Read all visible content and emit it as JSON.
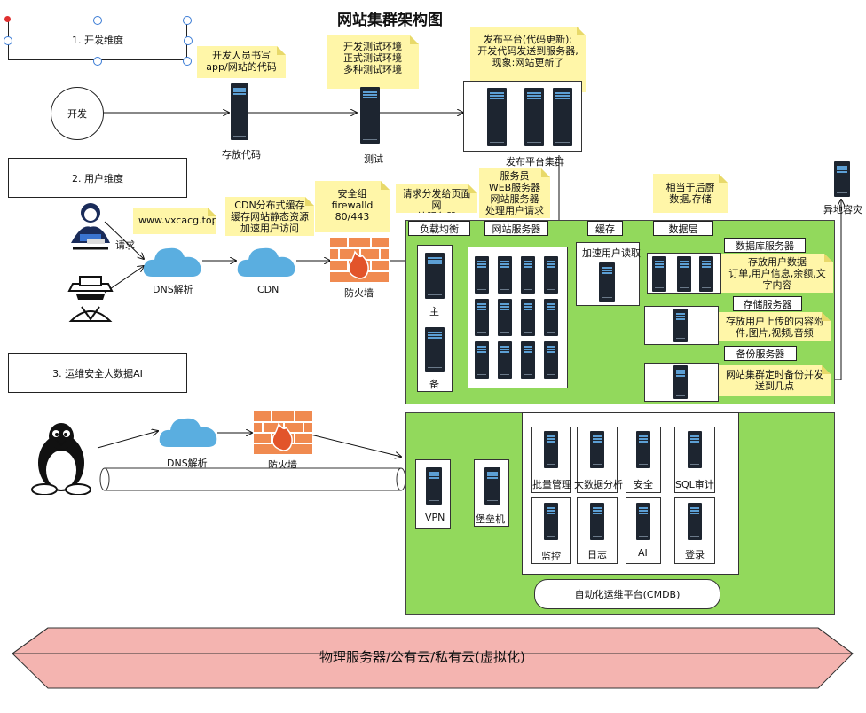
{
  "title": "网站集群架构图",
  "dimensions": {
    "dev": "1. 开发维度",
    "user": "2. 用户维度",
    "ops": "3. 运维安全大数据AI"
  },
  "dev_row": {
    "dev_circle": "开发",
    "note_code": "开发人员书写\napp/网站的代码",
    "store_code": "存放代码",
    "note_test": "开发测试环境\n正式测试环境\n多种测试环境",
    "test": "测试",
    "note_release": "发布平台(代码更新):\n开发代码发送到服务器,\n现象:网站更新了",
    "release_cluster": "发布平台集群"
  },
  "user_row": {
    "request": "请求",
    "note_domain": "www.vxcacg.top",
    "dns": "DNS解析",
    "note_cdn": "CDN分布式缓存\n缓存网站静态资源\n加速用户访问",
    "cdn": "CDN",
    "note_fw": "安全组\nfirewalld\n80/443",
    "firewall": "防火墙",
    "note_dispatch": "请求分发给页面网\n站服务器",
    "note_web": "服务员\nWEB服务器\n网站服务器\n处理用户请求",
    "note_kitchen": "相当于后厨\n数据,存储",
    "offsite": "异地容灾"
  },
  "cluster": {
    "lb": "负载均衡",
    "lb_main": "主",
    "lb_backup": "备",
    "web": "网站服务器",
    "cache": "缓存",
    "cache_note": "加速用户读取",
    "data_layer": "数据层",
    "db": "数据库服务器",
    "db_note": "存放用户数据\n订单,用户信息,余额,文\n字内容",
    "storage": "存储服务器",
    "storage_note": "存放用户上传的内容附\n件,图片,视频,音频",
    "backup": "备份服务器",
    "backup_note": "网站集群定时备份并发\n送到几点"
  },
  "ops": {
    "dns": "DNS解析",
    "firewall": "防火墙",
    "vpn": "VPN",
    "bastion": "堡垒机",
    "tools": [
      "批量管理",
      "大数据分析",
      "安全",
      "SQL审计",
      "监控",
      "日志",
      "AI",
      "登录"
    ],
    "cmdb": "自动化运维平台(CMDB)"
  },
  "infra": "物理服务器/公有云/私有云(虚拟化)",
  "colors": {
    "green": "#92d95c",
    "note": "#fff6a8",
    "infra": "#f4b4b0",
    "cloud": "#5aaee0",
    "firewall": "#f08a50"
  }
}
